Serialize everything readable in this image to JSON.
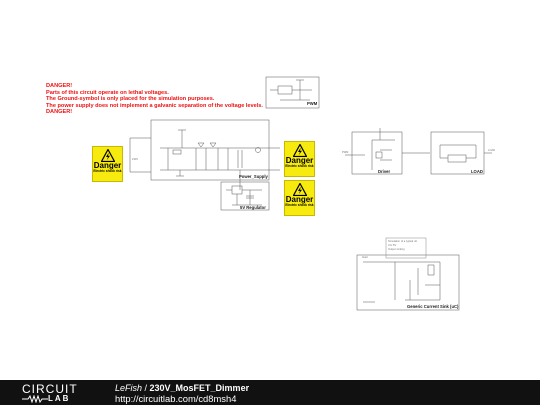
{
  "warning": {
    "lines": [
      "DANGER!",
      "Parts of this circuit operate on lethal voltages.",
      "The Ground-symbol is only placed for the simulation purposes.",
      "The power supply does not implement a galvanic separation of the voltage levels.",
      "DANGER!"
    ],
    "color": "#ee1111"
  },
  "signs": {
    "title": "Danger",
    "subtitle": "Electric shock risk",
    "icon": "high-voltage-warning-icon",
    "color": "#f7ea0f"
  },
  "blocks": {
    "power_supply": "Power_Supply",
    "regulator": "5V Regulator",
    "pwm": "PWM",
    "driver": "Driver",
    "load": "LOAD",
    "current_sink": "Generic Current Sink (uC)"
  },
  "footer": {
    "brand_top": "CIRCUIT",
    "brand_bottom": "LAB",
    "author": "LeFish",
    "separator": " / ",
    "title": "230V_MosFET_Dimmer",
    "url": "http://circuitlab.com/cd8msh4",
    "background": "#111111"
  }
}
